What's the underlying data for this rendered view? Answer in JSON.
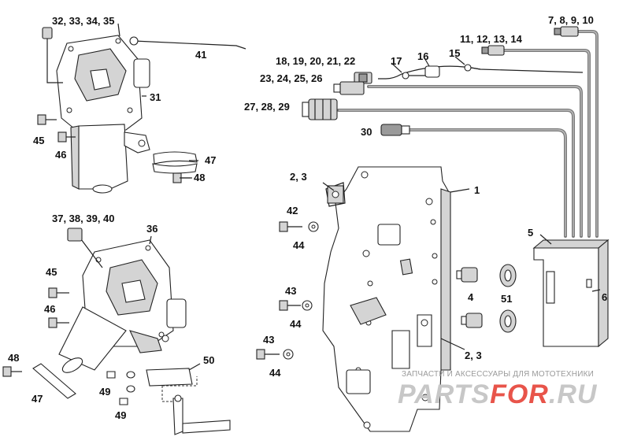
{
  "callouts": [
    {
      "id": "c1",
      "text": "32, 33, 34, 35"
    },
    {
      "id": "c2",
      "text": "41"
    },
    {
      "id": "c3",
      "text": "31"
    },
    {
      "id": "c4",
      "text": "45"
    },
    {
      "id": "c5",
      "text": "46"
    },
    {
      "id": "c6",
      "text": "47"
    },
    {
      "id": "c7",
      "text": "48"
    },
    {
      "id": "c8",
      "text": "37, 38, 39, 40"
    },
    {
      "id": "c9",
      "text": "36"
    },
    {
      "id": "c10",
      "text": "45"
    },
    {
      "id": "c11",
      "text": "46"
    },
    {
      "id": "c12",
      "text": "48"
    },
    {
      "id": "c13",
      "text": "47"
    },
    {
      "id": "c14",
      "text": "49"
    },
    {
      "id": "c15",
      "text": "49"
    },
    {
      "id": "c16",
      "text": "50"
    },
    {
      "id": "c17",
      "text": "7, 8, 9, 10"
    },
    {
      "id": "c18",
      "text": "11, 12, 13, 14"
    },
    {
      "id": "c19",
      "text": "18, 19, 20, 21, 22"
    },
    {
      "id": "c20",
      "text": "17"
    },
    {
      "id": "c21",
      "text": "16"
    },
    {
      "id": "c22",
      "text": "15"
    },
    {
      "id": "c23",
      "text": "23, 24, 25, 26"
    },
    {
      "id": "c24",
      "text": "27, 28, 29"
    },
    {
      "id": "c25",
      "text": "30"
    },
    {
      "id": "c26",
      "text": "2, 3"
    },
    {
      "id": "c27",
      "text": "1"
    },
    {
      "id": "c28",
      "text": "42"
    },
    {
      "id": "c29",
      "text": "44"
    },
    {
      "id": "c30",
      "text": "43"
    },
    {
      "id": "c31",
      "text": "44"
    },
    {
      "id": "c32",
      "text": "43"
    },
    {
      "id": "c33",
      "text": "44"
    },
    {
      "id": "c34",
      "text": "5"
    },
    {
      "id": "c35",
      "text": "6"
    },
    {
      "id": "c36",
      "text": "4"
    },
    {
      "id": "c37",
      "text": "51"
    },
    {
      "id": "c38",
      "text": "2, 3"
    }
  ],
  "watermark": {
    "caption": "ЗАПЧАСТИ И АКСЕССУАРЫ ДЛЯ МОТОТЕХНИКИ",
    "brand_part1": "PARTS",
    "brand_part2": "FOR",
    "brand_part3": ".RU",
    "color_red": "#e8544a",
    "color_gray": "#c7c7c7"
  }
}
